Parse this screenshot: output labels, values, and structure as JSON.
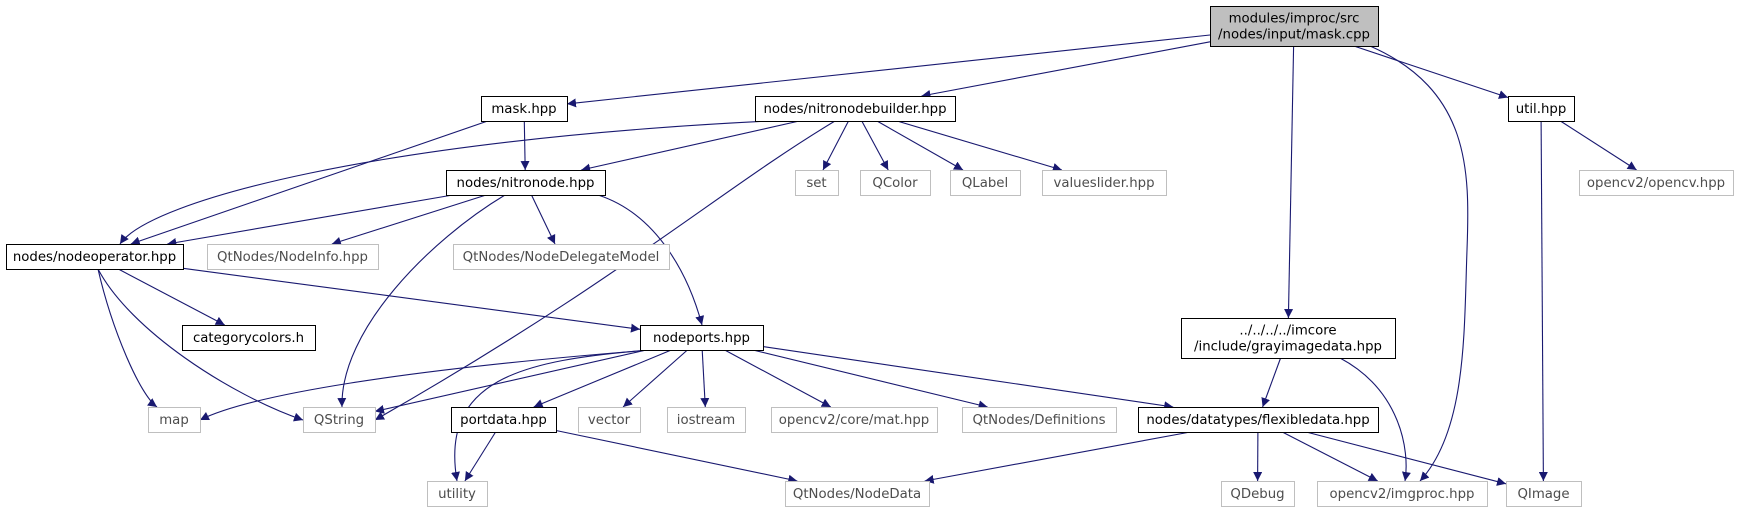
{
  "colors": {
    "edge": "#191970",
    "root_fill": "#bfbfbf",
    "local_border": "#000000",
    "external_border": "#bfbfbf",
    "text": "#000000"
  },
  "nodes": [
    {
      "id": "mask_cpp",
      "kind": "root",
      "lines": [
        "modules/improc/src",
        "/nodes/input/mask.cpp"
      ]
    },
    {
      "id": "mask_hpp",
      "kind": "local",
      "lines": [
        "mask.hpp"
      ]
    },
    {
      "id": "nitronodebuilder",
      "kind": "local",
      "lines": [
        "nodes/nitronodebuilder.hpp"
      ]
    },
    {
      "id": "util",
      "kind": "local",
      "lines": [
        "util.hpp"
      ]
    },
    {
      "id": "nitronode",
      "kind": "local",
      "lines": [
        "nodes/nitronode.hpp"
      ]
    },
    {
      "id": "set",
      "kind": "external",
      "lines": [
        "set"
      ]
    },
    {
      "id": "qcolor",
      "kind": "external",
      "lines": [
        "QColor"
      ]
    },
    {
      "id": "qlabel",
      "kind": "external",
      "lines": [
        "QLabel"
      ]
    },
    {
      "id": "valueslider",
      "kind": "external",
      "lines": [
        "valueslider.hpp"
      ]
    },
    {
      "id": "opencv",
      "kind": "external",
      "lines": [
        "opencv2/opencv.hpp"
      ]
    },
    {
      "id": "nodeoperator",
      "kind": "local",
      "lines": [
        "nodes/nodeoperator.hpp"
      ]
    },
    {
      "id": "nodeinfo",
      "kind": "external",
      "lines": [
        "QtNodes/NodeInfo.hpp"
      ]
    },
    {
      "id": "nodedelegate",
      "kind": "external",
      "lines": [
        "QtNodes/NodeDelegateModel"
      ]
    },
    {
      "id": "categorycolors",
      "kind": "local",
      "lines": [
        "categorycolors.h"
      ]
    },
    {
      "id": "nodeports",
      "kind": "local",
      "lines": [
        "nodeports.hpp"
      ]
    },
    {
      "id": "grayimagedata",
      "kind": "local",
      "lines": [
        "../../../../imcore",
        "/include/grayimagedata.hpp"
      ]
    },
    {
      "id": "map",
      "kind": "external",
      "lines": [
        "map"
      ]
    },
    {
      "id": "qstring",
      "kind": "external",
      "lines": [
        "QString"
      ]
    },
    {
      "id": "portdata",
      "kind": "local",
      "lines": [
        "portdata.hpp"
      ]
    },
    {
      "id": "vector",
      "kind": "external",
      "lines": [
        "vector"
      ]
    },
    {
      "id": "iostream",
      "kind": "external",
      "lines": [
        "iostream"
      ]
    },
    {
      "id": "mat",
      "kind": "external",
      "lines": [
        "opencv2/core/mat.hpp"
      ]
    },
    {
      "id": "definitions",
      "kind": "external",
      "lines": [
        "QtNodes/Definitions"
      ]
    },
    {
      "id": "flexibledata",
      "kind": "local",
      "lines": [
        "nodes/datatypes/flexibledata.hpp"
      ]
    },
    {
      "id": "utility",
      "kind": "external",
      "lines": [
        "utility"
      ]
    },
    {
      "id": "nodedata",
      "kind": "external",
      "lines": [
        "QtNodes/NodeData"
      ]
    },
    {
      "id": "qdebug",
      "kind": "external",
      "lines": [
        "QDebug"
      ]
    },
    {
      "id": "imgproc",
      "kind": "external",
      "lines": [
        "opencv2/imgproc.hpp"
      ]
    },
    {
      "id": "qimage",
      "kind": "external",
      "lines": [
        "QImage"
      ]
    }
  ],
  "edges": [
    [
      "mask_cpp",
      "mask_hpp"
    ],
    [
      "mask_cpp",
      "nitronodebuilder"
    ],
    [
      "mask_cpp",
      "grayimagedata"
    ],
    [
      "mask_cpp",
      "imgproc"
    ],
    [
      "mask_cpp",
      "util"
    ],
    [
      "mask_hpp",
      "nitronode"
    ],
    [
      "mask_hpp",
      "nodeoperator"
    ],
    [
      "nitronodebuilder",
      "nodeoperator"
    ],
    [
      "nitronodebuilder",
      "nitronode"
    ],
    [
      "nitronodebuilder",
      "qstring"
    ],
    [
      "nitronodebuilder",
      "set"
    ],
    [
      "nitronodebuilder",
      "qcolor"
    ],
    [
      "nitronodebuilder",
      "qlabel"
    ],
    [
      "nitronodebuilder",
      "valueslider"
    ],
    [
      "util",
      "opencv"
    ],
    [
      "util",
      "qimage"
    ],
    [
      "nitronode",
      "nodeoperator"
    ],
    [
      "nitronode",
      "nodeinfo"
    ],
    [
      "nitronode",
      "nodedelegate"
    ],
    [
      "nitronode",
      "nodeports"
    ],
    [
      "nitronode",
      "qstring"
    ],
    [
      "nodeoperator",
      "categorycolors"
    ],
    [
      "nodeoperator",
      "nodeports"
    ],
    [
      "nodeoperator",
      "map"
    ],
    [
      "nodeoperator",
      "qstring"
    ],
    [
      "nodeports",
      "map"
    ],
    [
      "nodeports",
      "qstring"
    ],
    [
      "nodeports",
      "utility"
    ],
    [
      "nodeports",
      "portdata"
    ],
    [
      "nodeports",
      "vector"
    ],
    [
      "nodeports",
      "iostream"
    ],
    [
      "nodeports",
      "mat"
    ],
    [
      "nodeports",
      "definitions"
    ],
    [
      "nodeports",
      "flexibledata"
    ],
    [
      "grayimagedata",
      "flexibledata"
    ],
    [
      "grayimagedata",
      "imgproc"
    ],
    [
      "portdata",
      "utility"
    ],
    [
      "portdata",
      "nodedata"
    ],
    [
      "flexibledata",
      "nodedata"
    ],
    [
      "flexibledata",
      "qdebug"
    ],
    [
      "flexibledata",
      "imgproc"
    ],
    [
      "flexibledata",
      "qimage"
    ]
  ]
}
